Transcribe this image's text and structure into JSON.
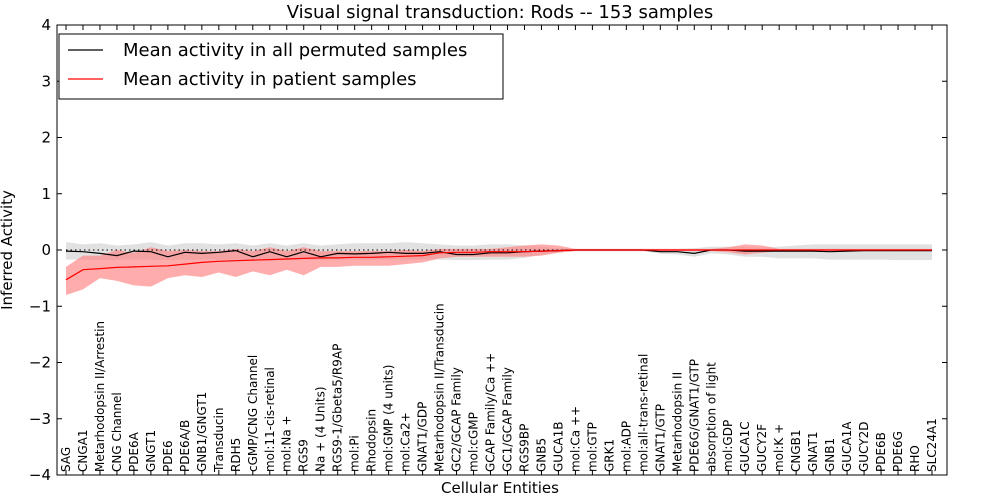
{
  "chart_data": {
    "type": "line",
    "title": "Visual signal transduction: Rods -- 153 samples",
    "xlabel": "Cellular Entities",
    "ylabel": "Inferred Activity",
    "ylim": [
      -4,
      4
    ],
    "yticks": [
      -4,
      -3,
      -2,
      -1,
      0,
      1,
      2,
      3,
      4
    ],
    "grid": false,
    "legend_position": "top-left",
    "colors": {
      "permuted_line": "#000000",
      "permuted_band": "#c8c8c8",
      "patient_line": "#ff0000",
      "patient_band": "#ff8080",
      "zero_line": "#000000"
    },
    "categories": [
      "SAG",
      "CNGA1",
      "Metarhodopsin II/Arrestin",
      "CNG Channel",
      "PDE6A",
      "GNGT1",
      "PDE6",
      "PDE6A/B",
      "GNB1/GNGT1",
      "Transducin",
      "RDH5",
      "cGMP/CNG Channel",
      "mol:11-cis-retinal",
      "mol:Na +",
      "RGS9",
      "Na + (4 Units)",
      "RGS9-1/Gbeta5/R9AP",
      "mol:Pi",
      "Rhodopsin",
      "mol:GMP (4 units)",
      "mol:Ca2+",
      "GNAT1/GDP",
      "Metarhodopsin II/Transducin",
      "GC2/GCAP Family",
      "mol:cGMP",
      "GCAP Family/Ca ++",
      "GC1/GCAP Family",
      "RGS9BP",
      "GNB5",
      "GUCA1B",
      "mol:Ca ++",
      "mol:GTP",
      "GRK1",
      "mol:ADP",
      "mol:all-trans-retinal",
      "GNAT1/GTP",
      "Metarhodopsin II",
      "PDE6G/GNAT1/GTP",
      "absorption of light",
      "mol:GDP",
      "GUCA1C",
      "GUCY2F",
      "mol:K +",
      "CNGB1",
      "GNAT1",
      "GNB1",
      "GUCA1A",
      "GUCY2D",
      "PDE6B",
      "PDE6G",
      "RHO",
      "SLC24A1"
    ],
    "series": [
      {
        "name": "Mean activity in all permuted samples",
        "values": [
          -0.02,
          -0.03,
          -0.06,
          -0.1,
          -0.02,
          -0.03,
          -0.12,
          -0.04,
          -0.06,
          -0.04,
          -0.01,
          -0.12,
          -0.03,
          -0.12,
          -0.03,
          -0.12,
          -0.06,
          -0.07,
          -0.06,
          -0.04,
          -0.06,
          -0.06,
          -0.03,
          -0.08,
          -0.08,
          -0.05,
          -0.05,
          -0.03,
          -0.02,
          -0.01,
          0,
          0,
          0,
          0,
          0,
          -0.03,
          -0.03,
          -0.06,
          0,
          0,
          -0.02,
          -0.02,
          -0.02,
          -0.02,
          -0.02,
          -0.03,
          -0.02,
          -0.01,
          -0.01,
          -0.01,
          -0.01,
          -0.01
        ],
        "lower": [
          -0.17,
          -0.17,
          -0.18,
          -0.17,
          -0.17,
          -0.17,
          -0.18,
          -0.17,
          -0.17,
          -0.17,
          -0.17,
          -0.18,
          -0.17,
          -0.18,
          -0.17,
          -0.18,
          -0.17,
          -0.17,
          -0.17,
          -0.17,
          -0.17,
          -0.17,
          -0.17,
          -0.18,
          -0.18,
          -0.17,
          -0.17,
          -0.14,
          -0.08,
          -0.04,
          -0.02,
          -0.02,
          -0.02,
          -0.02,
          -0.02,
          -0.07,
          -0.08,
          -0.12,
          -0.06,
          -0.08,
          -0.12,
          -0.12,
          -0.15,
          -0.15,
          -0.15,
          -0.17,
          -0.17,
          -0.17,
          -0.17,
          -0.18,
          -0.18,
          -0.18
        ],
        "upper": [
          0.14,
          0.1,
          0.12,
          0.08,
          0.1,
          0.14,
          0.08,
          0.12,
          0.12,
          0.1,
          0.12,
          0.08,
          0.12,
          0.08,
          0.12,
          0.08,
          0.1,
          0.12,
          0.12,
          0.12,
          0.14,
          0.12,
          0.1,
          0.08,
          0.08,
          0.1,
          0.1,
          0.08,
          0.06,
          0.03,
          0.02,
          0.02,
          0.02,
          0.02,
          0.02,
          0.02,
          0.02,
          0.03,
          0.06,
          0.06,
          0.06,
          0.04,
          0.06,
          0.08,
          0.1,
          0.1,
          0.1,
          0.1,
          0.1,
          0.1,
          0.1,
          0.1
        ]
      },
      {
        "name": "Mean activity in patient samples",
        "values": [
          -0.53,
          -0.35,
          -0.33,
          -0.31,
          -0.3,
          -0.29,
          -0.28,
          -0.25,
          -0.22,
          -0.2,
          -0.19,
          -0.18,
          -0.17,
          -0.16,
          -0.15,
          -0.14,
          -0.14,
          -0.13,
          -0.13,
          -0.12,
          -0.11,
          -0.1,
          -0.05,
          -0.04,
          -0.04,
          -0.03,
          -0.03,
          -0.03,
          -0.02,
          -0.01,
          0,
          0,
          0,
          0,
          0,
          0,
          0,
          0,
          0,
          0,
          0,
          0,
          0,
          0,
          0,
          0,
          0,
          0,
          0,
          0,
          0,
          0
        ],
        "lower": [
          -0.8,
          -0.7,
          -0.5,
          -0.55,
          -0.63,
          -0.65,
          -0.5,
          -0.45,
          -0.48,
          -0.4,
          -0.48,
          -0.38,
          -0.45,
          -0.35,
          -0.45,
          -0.3,
          -0.3,
          -0.28,
          -0.28,
          -0.28,
          -0.25,
          -0.22,
          -0.15,
          -0.12,
          -0.12,
          -0.12,
          -0.12,
          -0.12,
          -0.1,
          -0.05,
          -0.02,
          -0.02,
          -0.02,
          -0.02,
          -0.02,
          -0.02,
          -0.02,
          -0.02,
          -0.02,
          -0.04,
          -0.08,
          -0.05,
          -0.02,
          -0.02,
          -0.02,
          -0.02,
          -0.02,
          -0.02,
          -0.02,
          -0.02,
          -0.02,
          -0.02
        ],
        "upper": [
          -0.3,
          -0.1,
          -0.1,
          0,
          -0.05,
          0.05,
          -0.02,
          0,
          -0.02,
          -0.02,
          0.02,
          -0.02,
          0.05,
          -0.02,
          0.05,
          -0.02,
          -0.02,
          -0.02,
          -0.02,
          -0.02,
          0,
          -0.02,
          0.02,
          0.02,
          0.02,
          0.02,
          0.05,
          0.08,
          0.1,
          0.08,
          0.02,
          0.02,
          0.02,
          0.02,
          0.02,
          0.02,
          0.02,
          0.02,
          0.02,
          0.05,
          0.1,
          0.08,
          0.02,
          0.02,
          0.02,
          0.02,
          0.02,
          0.02,
          0.02,
          0.02,
          0.02,
          0.02
        ]
      }
    ]
  }
}
